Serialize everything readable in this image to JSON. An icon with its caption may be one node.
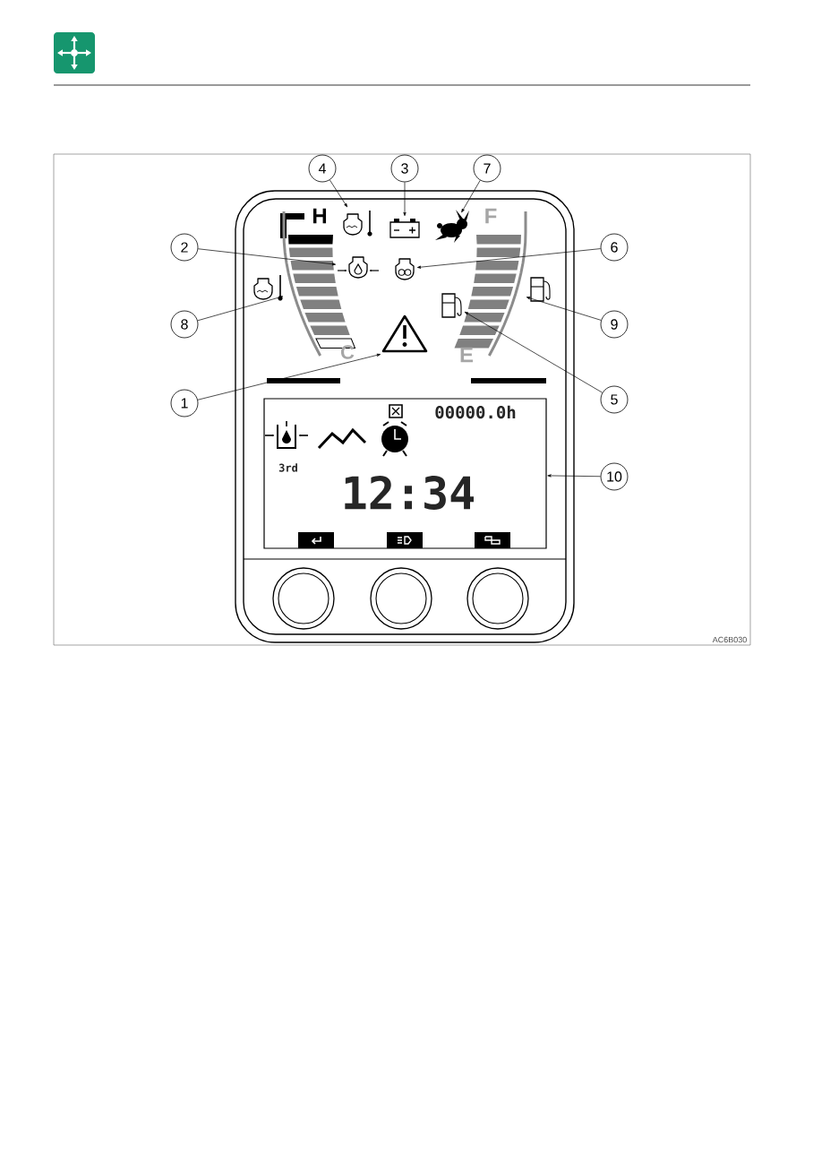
{
  "diagram": {
    "nodes": [
      {
        "text": [
          "4"
        ]
      },
      {
        "text": [
          "3"
        ]
      },
      {
        "text": [
          "7"
        ]
      },
      {
        "text": [
          "2"
        ]
      },
      {
        "text": [
          "6"
        ]
      },
      {
        "text": [
          "8"
        ]
      },
      {
        "text": [
          "9"
        ]
      },
      {
        "text": [
          "1"
        ]
      },
      {
        "text": [
          "5"
        ]
      },
      {
        "text": [
          "10"
        ]
      },
      {
        "text": [],
        "shape": "engine"
      },
      {
        "text": [],
        "shape": "battery"
      },
      {
        "text": [],
        "shape": "rabbit"
      },
      {
        "text": [],
        "shape": "engine"
      },
      {
        "text": [],
        "shape": "engine"
      },
      {
        "text": [],
        "shape": "bar"
      },
      {
        "text": [],
        "shape": "pump"
      },
      {
        "text": [],
        "shape": "bar"
      },
      {
        "text": [],
        "shape": "triangle"
      },
      {
        "text": [],
        "shape": "box"
      }
    ],
    "edges": [
      {
        "from": 0,
        "to": 10,
        "arrow": "to"
      },
      {
        "from": 1,
        "to": 11,
        "arrow": "to"
      },
      {
        "from": 2,
        "to": 12,
        "arrow": "to"
      },
      {
        "from": 3,
        "to": 13,
        "arrow": "to"
      },
      {
        "from": 4,
        "to": 14,
        "arrow": "to"
      },
      {
        "from": 5,
        "to": 15,
        "arrow": "to"
      },
      {
        "from": 6,
        "to": 17,
        "arrow": "to"
      },
      {
        "from": 7,
        "to": 18,
        "arrow": "to"
      },
      {
        "from": 8,
        "to": 16,
        "arrow": "to"
      },
      {
        "from": 9,
        "to": 19,
        "arrow": "to"
      }
    ],
    "labels": [
      "H",
      "F",
      "C",
      "E",
      "00000.0h",
      "3rd",
      "12:34",
      "AC6B030"
    ]
  }
}
